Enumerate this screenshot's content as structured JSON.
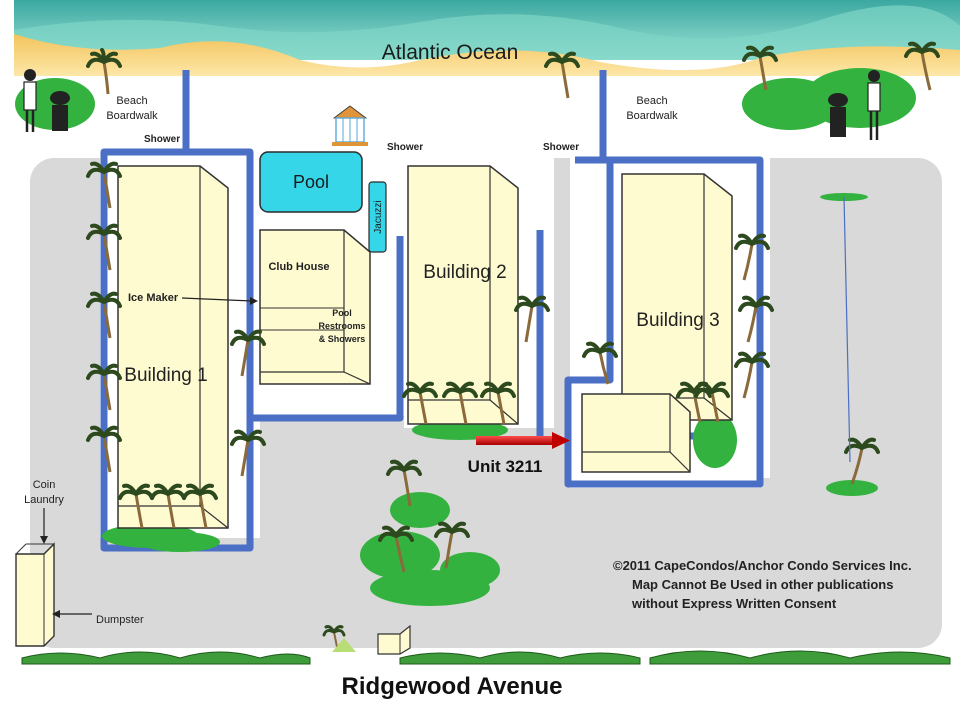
{
  "ocean_label": "Atlantic Ocean",
  "street_label": "Ridgewood Avenue",
  "buildings": {
    "b1": "Building 1",
    "b2": "Building 2",
    "b3": "Building 3"
  },
  "amenities": {
    "pool": "Pool",
    "jacuzzi": "Jacuzzi",
    "club_house": "Club House",
    "ice_maker": "Ice Maker",
    "restrooms_line1": "Pool",
    "restrooms_line2": "Restrooms",
    "restrooms_line3": "& Showers",
    "coin_laundry_line1": "Coin",
    "coin_laundry_line2": "Laundry",
    "dumpster": "Dumpster"
  },
  "boardwalk": {
    "left_line1": "Beach",
    "left_line2": "Boardwalk",
    "right_line1": "Beach",
    "right_line2": "Boardwalk"
  },
  "showers": [
    "Shower",
    "Shower",
    "Shower"
  ],
  "unit_label": "Unit 3211",
  "copyright": {
    "line1": "©2011 CapeCondos/Anchor Condo Services Inc.",
    "line2": "Map Cannot Be Used in other publications",
    "line3": "without Express Written Consent"
  },
  "icons": [
    "grill-icon",
    "gazebo-icon",
    "palm-tree-icon",
    "lamp-post-icon",
    "arrow-icon"
  ],
  "colors": {
    "ocean": "#5bbfae",
    "sand": "#f6c15c",
    "parking": "#d9d9d9",
    "building": "#fffbd1",
    "walkway": "#4a6fc4",
    "pool": "#35d6e8",
    "grass": "#34b23f",
    "unit_arrow": "#e01515"
  }
}
